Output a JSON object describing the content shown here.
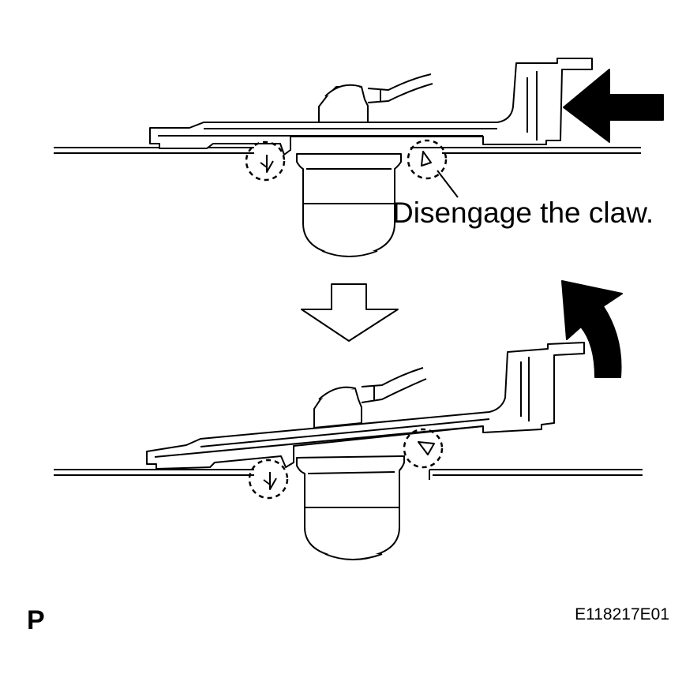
{
  "callout": "Disengage the claw.",
  "corner_mark": "P",
  "figure_code": "E118217E01",
  "colors": {
    "line": "#000000",
    "background": "#ffffff"
  },
  "icons": [
    "push-arrow-icon",
    "next-step-arrow-icon",
    "lift-arrow-icon"
  ]
}
